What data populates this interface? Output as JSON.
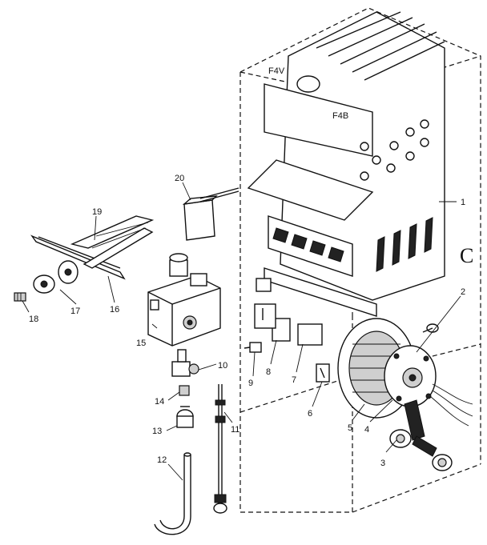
{
  "diagram": {
    "letter": "C",
    "callouts": [
      {
        "id": "c1",
        "text": "1"
      },
      {
        "id": "c2",
        "text": "2"
      },
      {
        "id": "c3",
        "text": "3"
      },
      {
        "id": "c4",
        "text": "4"
      },
      {
        "id": "c5",
        "text": "5"
      },
      {
        "id": "c6",
        "text": "6"
      },
      {
        "id": "c7",
        "text": "7"
      },
      {
        "id": "c8",
        "text": "8"
      },
      {
        "id": "c9",
        "text": "9"
      },
      {
        "id": "c10",
        "text": "10"
      },
      {
        "id": "c11",
        "text": "11"
      },
      {
        "id": "c12",
        "text": "12"
      },
      {
        "id": "c13",
        "text": "13"
      },
      {
        "id": "c14",
        "text": "14"
      },
      {
        "id": "c15",
        "text": "15"
      },
      {
        "id": "c16",
        "text": "16"
      },
      {
        "id": "c17",
        "text": "17"
      },
      {
        "id": "c18",
        "text": "18"
      },
      {
        "id": "c19",
        "text": "19"
      },
      {
        "id": "c20",
        "text": "20"
      }
    ]
  }
}
